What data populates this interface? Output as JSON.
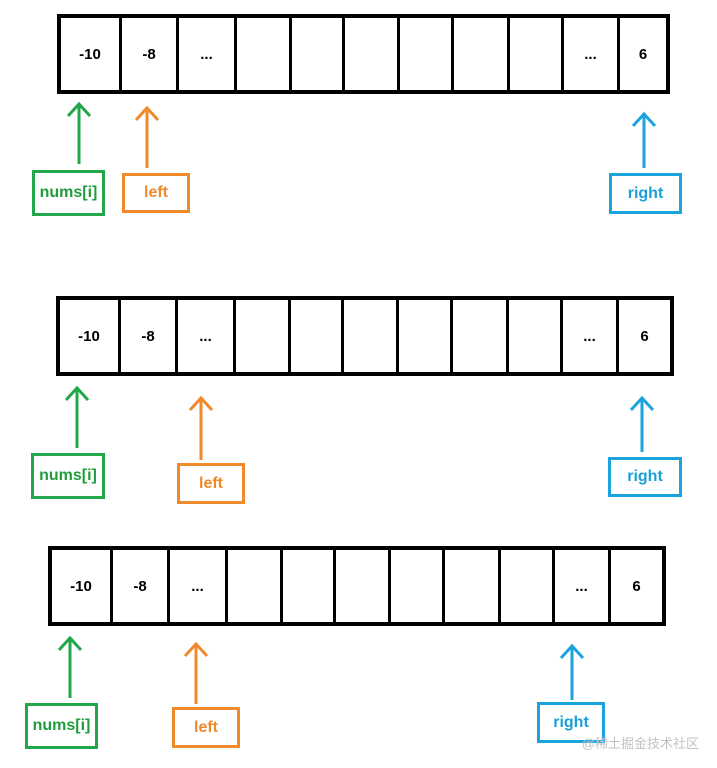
{
  "cells": [
    "-10",
    "-8",
    "...",
    "",
    "",
    "",
    "",
    "",
    "",
    "...",
    "6"
  ],
  "labels": {
    "nums_i": "nums[i]",
    "left": "left",
    "right": "right"
  },
  "colors": {
    "nums_i": "#22a84a",
    "left": "#f08a2b",
    "right": "#1aa3dc"
  },
  "watermark": "@稀土掘金技术社区"
}
